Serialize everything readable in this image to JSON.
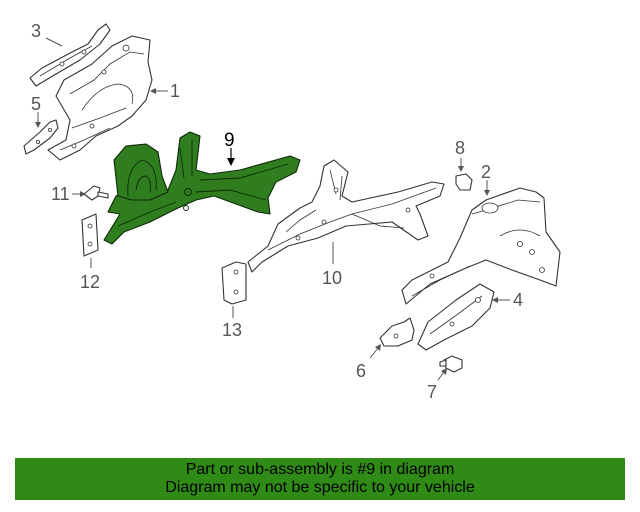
{
  "diagram": {
    "highlighted_part": "9",
    "highlight_color": "#2f8a16",
    "callouts": {
      "c1": "1",
      "c2": "2",
      "c3": "3",
      "c4": "4",
      "c5": "5",
      "c6": "6",
      "c7": "7",
      "c8": "8",
      "c9": "9",
      "c10": "10",
      "c11": "11",
      "c12": "12",
      "c13": "13"
    }
  },
  "banner": {
    "line1": "Part or sub-assembly is #9 in diagram",
    "line2": "Diagram may not be specific to your vehicle"
  }
}
